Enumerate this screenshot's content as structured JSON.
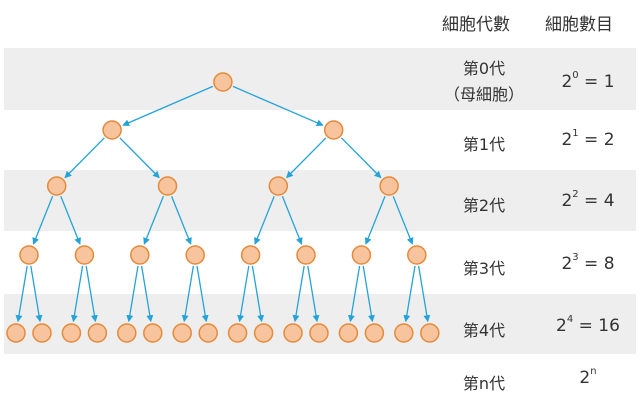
{
  "header": {
    "generation": "細胞代數",
    "count": "細胞數目"
  },
  "rows": [
    {
      "gen": "第0代",
      "gen_sub": "（母細胞）",
      "base": "2",
      "exp": "0",
      "rest": " = 1"
    },
    {
      "gen": "第1代",
      "base": "2",
      "exp": "1",
      "rest": " = 2"
    },
    {
      "gen": "第2代",
      "base": "2",
      "exp": "2",
      "rest": " = 4"
    },
    {
      "gen": "第3代",
      "base": "2",
      "exp": "3",
      "rest": " = 8"
    },
    {
      "gen": "第4代",
      "base": "2",
      "exp": "4",
      "rest": " = 16"
    },
    {
      "gen": "第n代",
      "base": "2",
      "exp": "n",
      "rest": ""
    }
  ],
  "colors": {
    "band": "#eeeeee",
    "cell_fill": "#f7c49e",
    "cell_stroke": "#e58a3a",
    "arrow": "#25a3d8"
  }
}
